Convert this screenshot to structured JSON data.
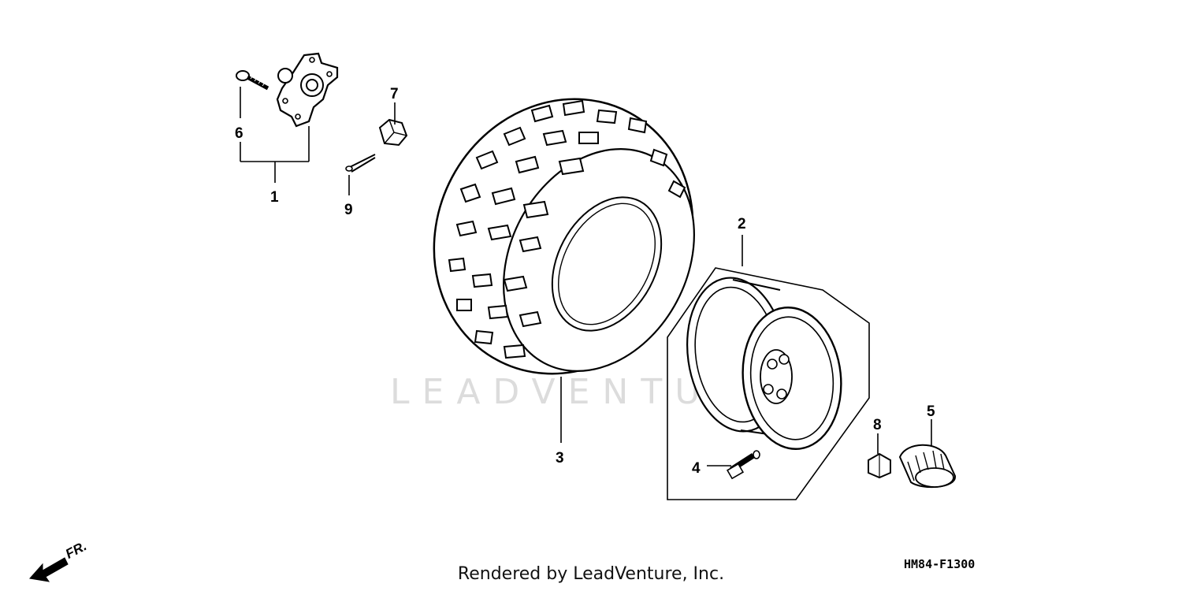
{
  "watermark": "LEADVENTURE",
  "callouts": {
    "c1": "1",
    "c2": "2",
    "c3": "3",
    "c4": "4",
    "c5": "5",
    "c6": "6",
    "c7": "7",
    "c8": "8",
    "c9": "9"
  },
  "front_arrow_label": "FR.",
  "diagram_code": "HM84-F1300",
  "credit": "Rendered by LeadVenture, Inc."
}
